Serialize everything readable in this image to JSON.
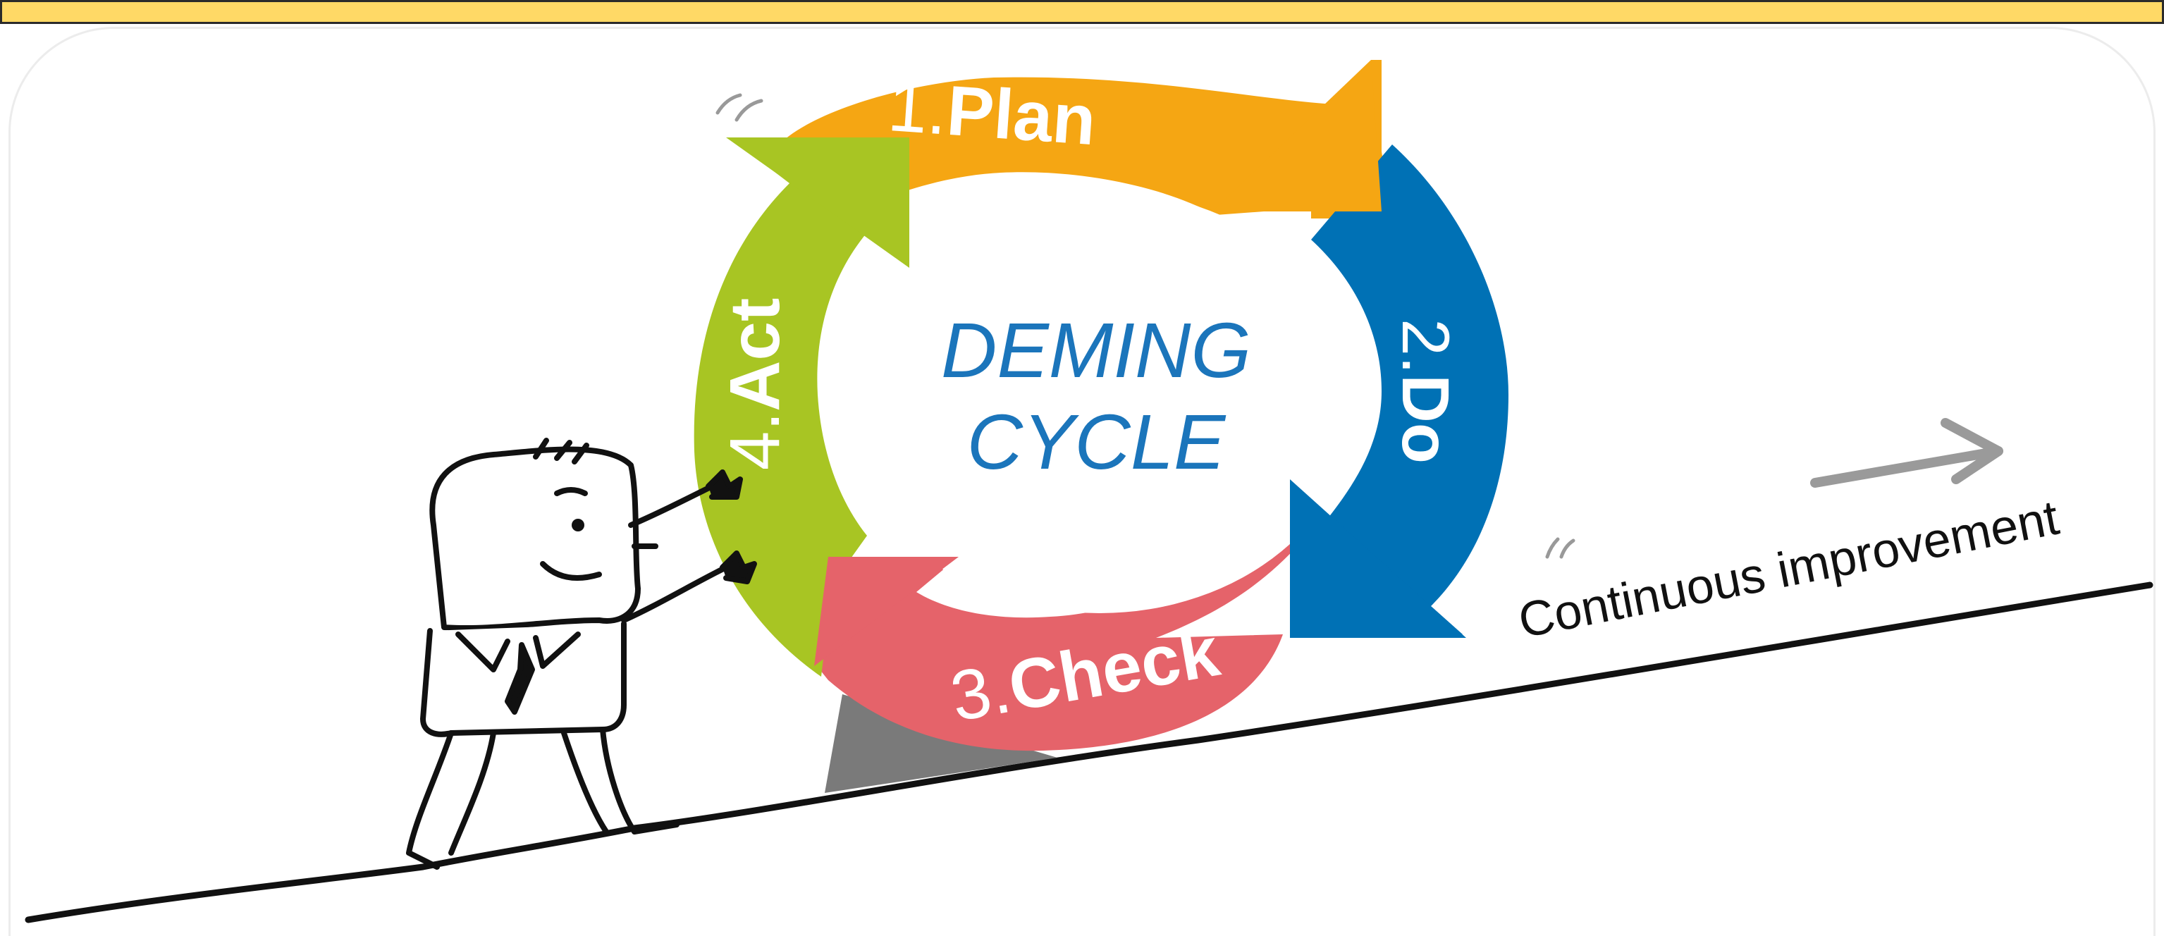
{
  "header": {
    "bar_color": "#FFD966"
  },
  "cycle": {
    "title_line1": "DEMING",
    "title_line2": "CYCLE",
    "title_color": "#1B75BB",
    "steps": [
      {
        "number": "1.",
        "label": "Plan",
        "color": "#F5A613"
      },
      {
        "number": "2.",
        "label": "Do",
        "color": "#0071B5"
      },
      {
        "number": "3.",
        "label": "Check",
        "color": "#E5636A"
      },
      {
        "number": "4.",
        "label": "Act",
        "color": "#A8C523"
      }
    ]
  },
  "slope": {
    "caption": "Continuous improvement",
    "wedge_color": "#7A7A7A",
    "arrow_color": "#9A9A9A"
  },
  "figure": {
    "description_icon": "businessman-pushing-icon"
  }
}
